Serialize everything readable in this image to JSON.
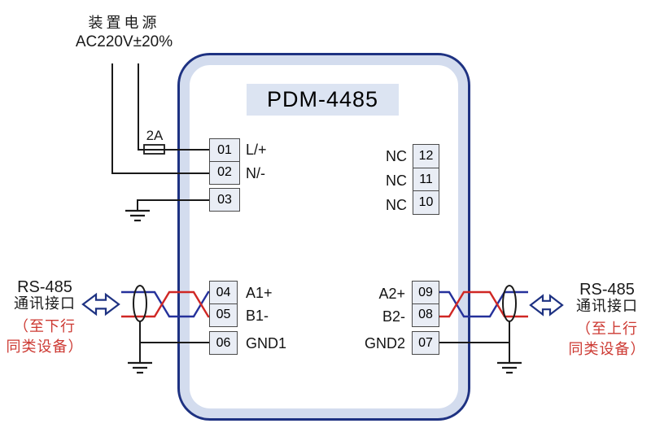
{
  "device": {
    "title": "PDM-4485"
  },
  "power_supply": {
    "line1": "装置电源",
    "line2": "AC220V±20%",
    "fuse": "2A"
  },
  "terminals": {
    "power": [
      {
        "num": "01",
        "label": "L/+"
      },
      {
        "num": "02",
        "label": "N/-"
      },
      {
        "num": "03",
        "label": ""
      }
    ],
    "nc": [
      {
        "num": "12",
        "label": "NC"
      },
      {
        "num": "11",
        "label": "NC"
      },
      {
        "num": "10",
        "label": "NC"
      }
    ],
    "comm_left": [
      {
        "num": "04",
        "label": "A1+"
      },
      {
        "num": "05",
        "label": "B1-"
      },
      {
        "num": "06",
        "label": "GND1"
      }
    ],
    "comm_right": [
      {
        "num": "09",
        "label": "A2+"
      },
      {
        "num": "08",
        "label": "B2-"
      },
      {
        "num": "07",
        "label": "GND2"
      }
    ]
  },
  "rs485_left": {
    "title": "RS-485",
    "subtitle": "通讯接口",
    "note1": "（至下行",
    "note2": "同类设备）"
  },
  "rs485_right": {
    "title": "RS-485",
    "subtitle": "通讯接口",
    "note1": "（至上行",
    "note2": "同类设备）"
  },
  "colors": {
    "device_border": "#1e3282",
    "device_band": "#d3dcee",
    "title_fill": "#dce4f2",
    "terminal_fill": "#e9edf5",
    "wire_black": "#1a1a1a",
    "wire_blue": "#25319b",
    "wire_red": "#d02724",
    "note_red": "#cd3a33"
  }
}
